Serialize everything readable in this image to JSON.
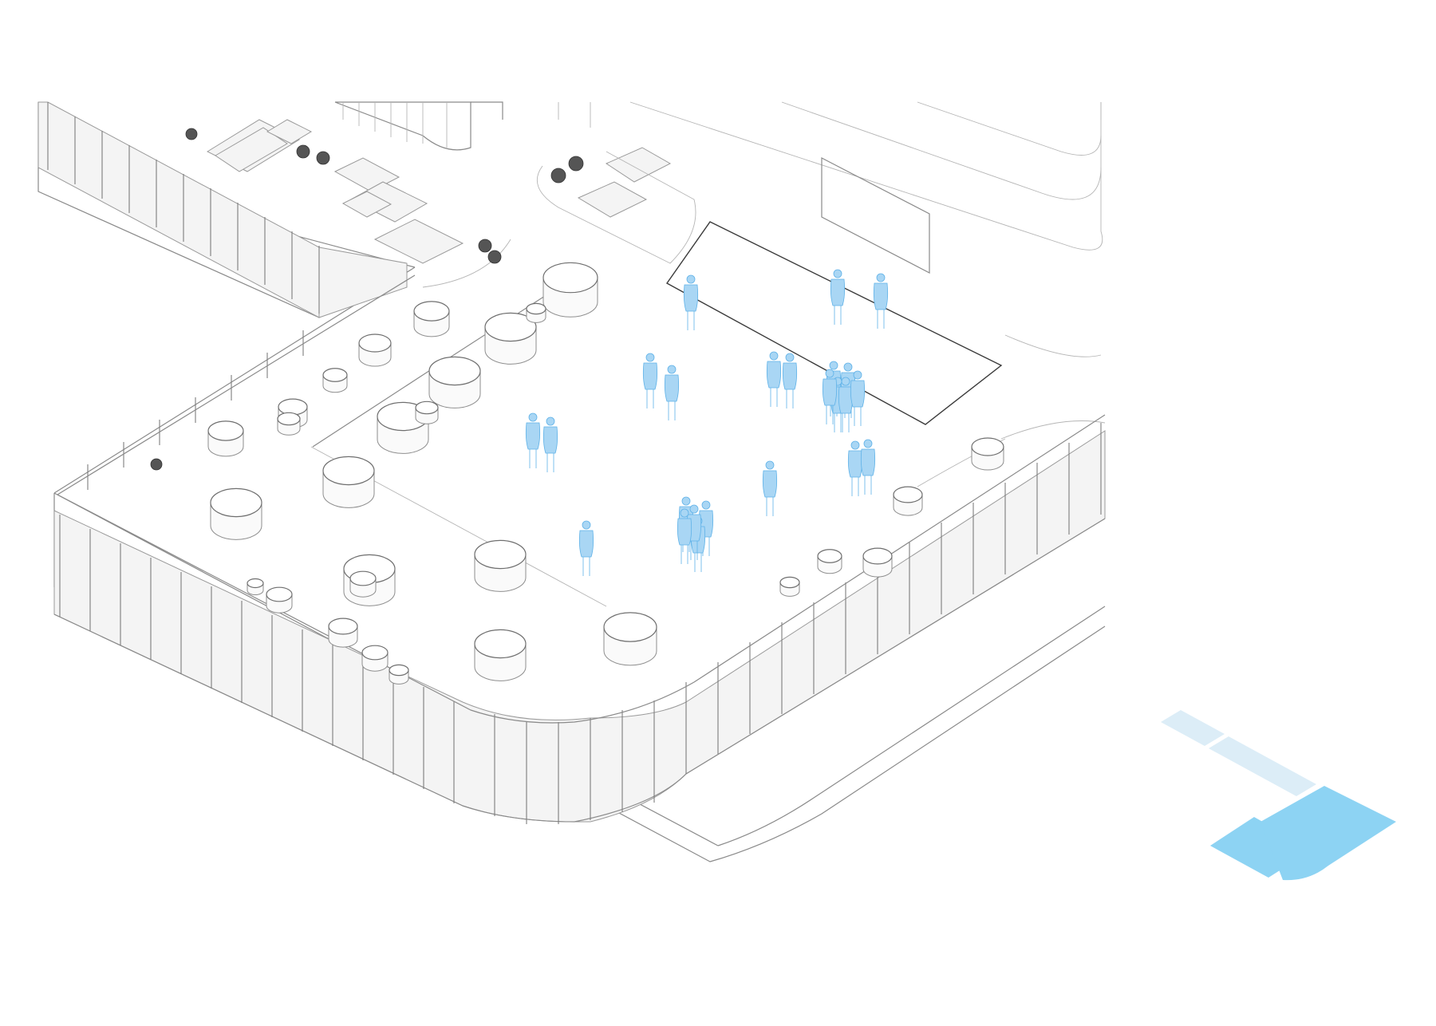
{
  "colors": {
    "background": "#ffffff",
    "linework": "#8a8a8a",
    "people": "#a9d6f4",
    "people_outline": "#5fb2e8",
    "keyplan_light": "#dcedf7",
    "keyplan_dark": "#8dd3f3"
  },
  "people_count": 24,
  "keyplan": {
    "segments": 4,
    "highlighted_segments": 2
  }
}
